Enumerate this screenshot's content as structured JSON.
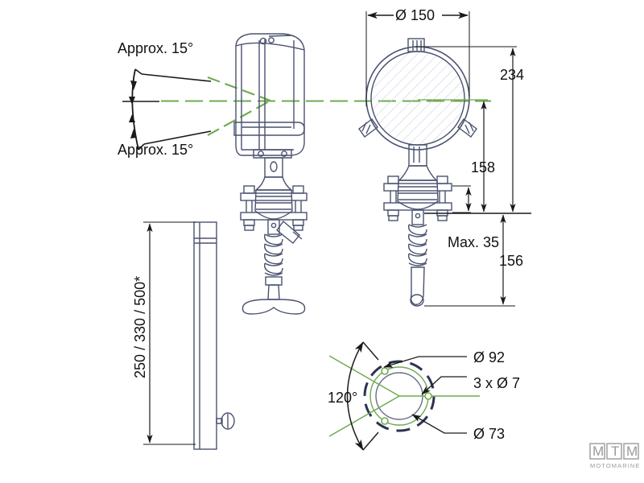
{
  "drawing": {
    "title": "Searchlight technical drawing",
    "colors": {
      "outline": "#4a5270",
      "dimension": "#1a1a1a",
      "centerline_green": "#6faa4f",
      "hatch": "#c9cede",
      "logo_gray": "#9a9a9a",
      "background": "#ffffff"
    },
    "annotations": {
      "beam_angle_top": "Approx. 15°",
      "beam_angle_bottom": "Approx. 15°",
      "diameter_150": "Ø 150",
      "height_234": "234",
      "height_158": "158",
      "max_35": "Max. 35",
      "height_156": "156",
      "pole_lengths": "250 / 330 / 500*",
      "angle_120": "120°",
      "bolt_circle_92": "Ø 92",
      "holes_3x7": "3 x Ø 7",
      "diameter_73": "Ø 73"
    },
    "logo": {
      "letter_1": "M",
      "letter_2": "T",
      "letter_3": "M",
      "subtitle": "MOTOMARINE"
    }
  }
}
